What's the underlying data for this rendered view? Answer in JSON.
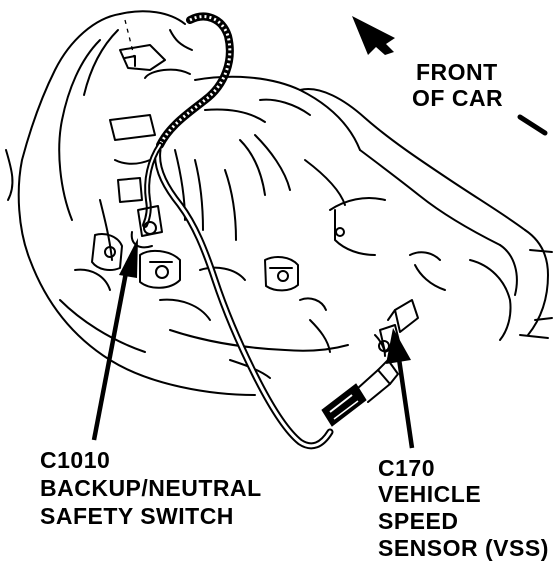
{
  "labels": {
    "front_of_car": [
      "FRONT",
      "OF CAR"
    ],
    "backup_switch": [
      "C1010",
      "BACKUP/NEUTRAL",
      "SAFETY SWITCH"
    ],
    "speed_sensor": [
      "C170",
      "VEHICLE",
      "SPEED",
      "SENSOR (VSS)"
    ]
  }
}
